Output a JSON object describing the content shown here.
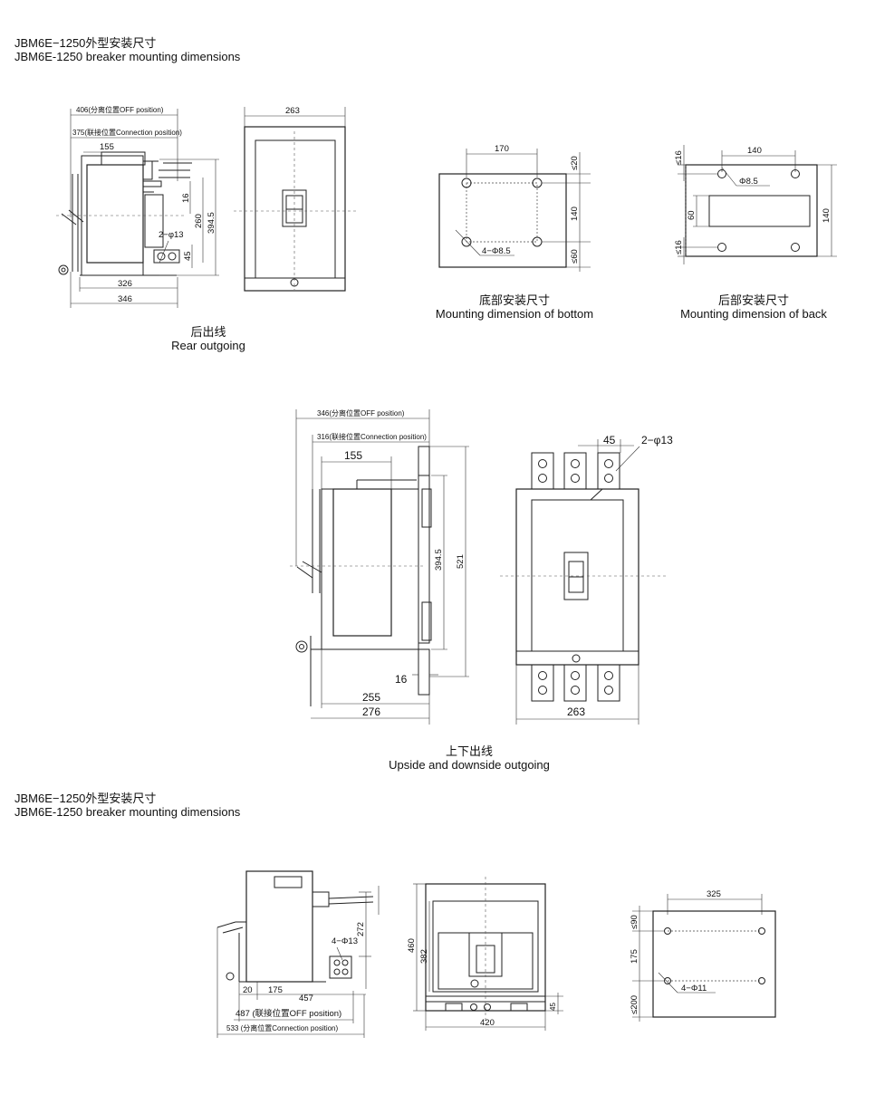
{
  "headers": {
    "top_cn": "JBM6E−1250外型安装尺寸",
    "top_en": "JBM6E-1250 breaker mounting dimensions",
    "mid_cn": "JBM6E−1250外型安装尺寸",
    "mid_en": "JBM6E-1250 breaker mounting dimensions"
  },
  "captions": {
    "rear_cn": "后出线",
    "rear_en": "Rear outgoing",
    "bottom_cn": "底部安装尺寸",
    "bottom_en": "Mounting dimension of bottom",
    "back_cn": "后部安装尺寸",
    "back_en": "Mounting dimension of back",
    "updown_cn": "上下出线",
    "updown_en": "Upside and downside outgoing"
  },
  "rear_side": {
    "off_pos": "406(分离位置OFF position)",
    "conn_pos": "375(联接位置Connection position)",
    "d155": "155",
    "d16": "16",
    "d260": "260",
    "d3945": "394.5",
    "hole": "2−φ13",
    "d45": "45",
    "d326": "326",
    "d346": "346"
  },
  "rear_front": {
    "d263": "263"
  },
  "bottom_mount": {
    "d170": "170",
    "d20": "≤20",
    "d140": "140",
    "d60": "≤60",
    "hole": "4−Φ8.5"
  },
  "back_mount": {
    "d16a": "≤16",
    "d140w": "140",
    "hole": "Φ8.5",
    "d60": "60",
    "d140h": "140",
    "d16b": "≤16"
  },
  "updown_side": {
    "off_pos": "346(分离位置OFF position)",
    "conn_pos": "316(联接位置Connection position)",
    "d155": "155",
    "d3945": "394.5",
    "d521": "521",
    "d16": "16",
    "d255": "255",
    "d276": "276"
  },
  "updown_front": {
    "d45": "45",
    "hole": "2−φ13",
    "d263": "263"
  },
  "bottom_side": {
    "hole": "4−Φ13",
    "d272": "272",
    "d20": "20",
    "d175": "175",
    "d457": "457",
    "off_pos": "487 (联接位置OFF position)",
    "conn_pos": "533 (分离位置Connection position)"
  },
  "bottom_front": {
    "d460": "460",
    "d382": "382",
    "d45": "45",
    "d420": "420"
  },
  "bottom_mount2": {
    "d325": "325",
    "d90": "≤90",
    "d175": "175",
    "d200": "≤200",
    "hole": "4−Φ11"
  }
}
